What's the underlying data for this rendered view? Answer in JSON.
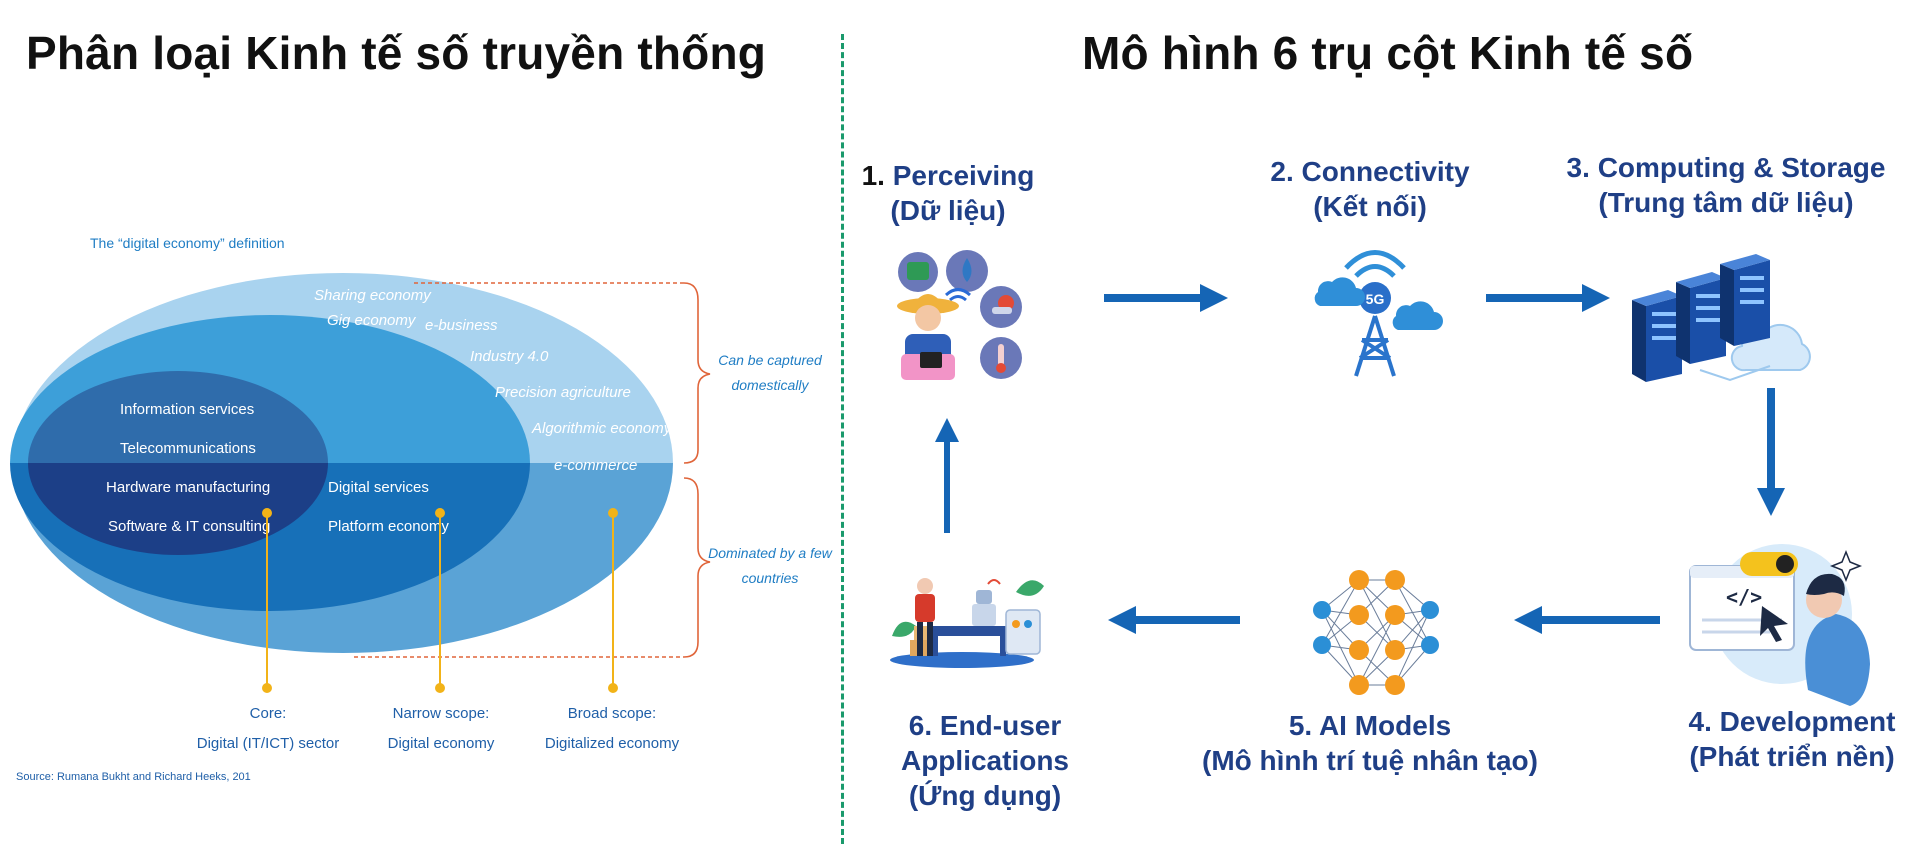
{
  "left_panel": {
    "title": "Phân loại Kinh tế số truyền thống",
    "definition_label": "The “digital economy” definition",
    "core_items": [
      "Information services",
      "Telecommunications",
      "Hardware manufacturing",
      "Software & IT consulting"
    ],
    "narrow_items": [
      "Digital services",
      "Platform economy"
    ],
    "broad_items": [
      "Sharing economy",
      "Gig economy",
      "e-business",
      "Industry 4.0",
      "Precision agriculture",
      "Algorithmic economy",
      "e-commerce"
    ],
    "brace_labels": {
      "top": [
        "Can be captured",
        "domestically"
      ],
      "bottom": [
        "Dominated by a few",
        "countries"
      ]
    },
    "scopes": [
      {
        "line1": "Core:",
        "line2": "Digital (IT/ICT) sector"
      },
      {
        "line1": "Narrow scope:",
        "line2": "Digital economy"
      },
      {
        "line1": "Broad scope:",
        "line2": "Digitalized economy"
      }
    ],
    "source": "Source: Rumana Bukht and Richard Heeks, 201",
    "colors": {
      "outer_light": "#a9d3ef",
      "outer_dark": "#5aa3d6",
      "middle_light": "#3d9fd9",
      "middle_dark": "#1770b8",
      "core_light": "#2f6cab",
      "core_dark": "#1c3f87",
      "brace": "#e0653a",
      "marker": "#f2b318"
    }
  },
  "right_panel": {
    "title": "Mô hình 6 trụ cột Kinh tế số",
    "pillars": [
      {
        "num": "1.",
        "name": "Perceiving",
        "sub": "(Dữ liệu)",
        "icon": "farmer-sensors-icon"
      },
      {
        "num": "2.",
        "name": "Connectivity",
        "sub": "(Kết nối)",
        "icon": "5g-tower-icon"
      },
      {
        "num": "3.",
        "name": "Computing & Storage",
        "sub": "(Trung tâm dữ liệu)",
        "icon": "server-racks-icon"
      },
      {
        "num": "4.",
        "name": "Development",
        "sub": "(Phát triển nền)",
        "icon": "developer-code-icon"
      },
      {
        "num": "5.",
        "name": "AI Models",
        "sub": "(Mô hình trí tuệ nhân tạo)",
        "icon": "neural-network-icon"
      },
      {
        "num": "6.",
        "name": "End-user",
        "line2": "Applications",
        "sub": "(Ứng dụng)",
        "icon": "factory-robot-icon"
      }
    ],
    "tower_label": "5G",
    "colors": {
      "title": "#1f3f86",
      "arrow": "#1565b5",
      "orange": "#f39a1e",
      "blue_node": "#2b8fd6"
    }
  }
}
